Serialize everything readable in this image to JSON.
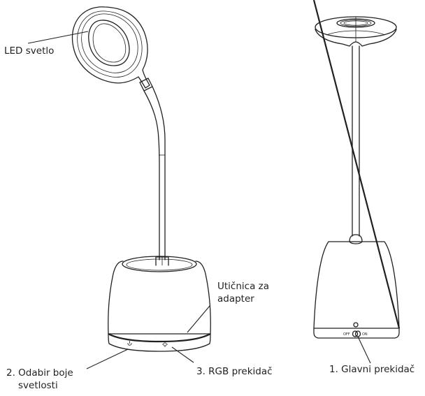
{
  "diagram": {
    "type": "product-parts-diagram",
    "subject": "desk lamp with pen-holder base",
    "views": [
      {
        "name": "side-view",
        "description": "lamp with flexible gooseneck, round LED head and cup base"
      },
      {
        "name": "back-view",
        "description": "lamp seen from behind, showing main switch"
      }
    ],
    "labels": {
      "led_light": "LED svetlo",
      "adapter_socket_line1": "Utičnica za",
      "adapter_socket_line2": "adapter",
      "color_select_line1": "2. Odabir boje",
      "color_select_line2": "svetlosti",
      "rgb_switch": "3. RGB prekidač",
      "main_switch": "1. Glavni prekidač"
    },
    "switch_text": {
      "off": "OFF",
      "on": "ON"
    },
    "icons": {
      "power_button": "power-icon",
      "rgb_button": "sun-icon",
      "line_color": "#231f20"
    }
  }
}
